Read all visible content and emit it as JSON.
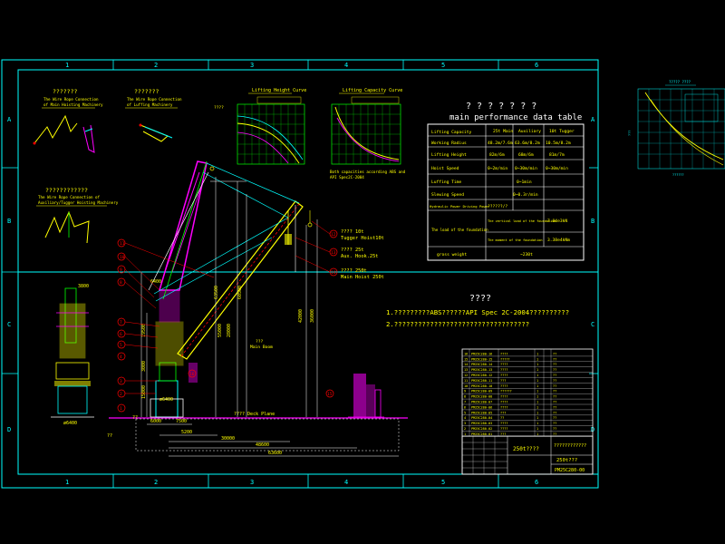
{
  "colors": {
    "background": "#000000",
    "frame": "#00ffff",
    "text_yellow": "#ffff00",
    "text_cyan": "#00ffff",
    "magenta": "#ff00ff",
    "green": "#00ff00",
    "red": "#ff0000",
    "white": "#ffffff"
  },
  "grid": {
    "columns": [
      "1",
      "2",
      "3",
      "4",
      "5",
      "6"
    ],
    "rows": [
      "A",
      "B",
      "C",
      "D"
    ]
  },
  "sketches": {
    "main_hoist_wire": [
      "???????",
      "The Wire Rope Connection",
      "of Main Hoisting Machinery"
    ],
    "luffing_wire": [
      "???????",
      "The Wire Rope Connection",
      "of Luffing Machinery"
    ],
    "aux_wire": [
      "????????????",
      "The Wire Rope Connection of",
      "Auxiliary/Tugger Hoisting Machinery"
    ]
  },
  "curves": {
    "height_title": "Lifting Height Curve",
    "capacity_title": "Lifting Capacity Curve",
    "height_unit": "????",
    "capacity_note": [
      "Both capacities according ABS and",
      "API Spec2C-2004"
    ]
  },
  "perf_table": {
    "title_cn": "? ? ? ? ? ? ?",
    "title_en": "main performance data table",
    "headers": [
      "",
      "25t Main",
      "Auxiliary",
      "10t Tugger"
    ],
    "rows": [
      [
        "Lifting Capacity",
        "",
        "",
        ""
      ],
      [
        "Working Radius",
        "48.2m/7.6m",
        "63.6m/8.2m",
        "10.5m/8.2m"
      ],
      [
        "Lifting Height",
        "82m/6m",
        "68m/6m",
        "81m/7m"
      ],
      [
        "Hoist Speed",
        "0~2m/min",
        "0~30m/min",
        "0~30m/min"
      ],
      [
        "Luffing Time",
        "0~1min",
        "",
        ""
      ],
      [
        "Slewing Speed",
        "0~0.3r/min",
        "",
        ""
      ],
      [
        "Hydraulic Power Driving Power",
        "??????/?",
        "",
        ""
      ],
      [
        "The load of the foundation",
        "The vertical load of the foundation",
        "",
        "7.04e3kN"
      ],
      [
        "",
        "The moment of the foundation",
        "",
        "3.38e4kNm"
      ],
      [
        "gross weight",
        "~230t",
        "",
        ""
      ]
    ]
  },
  "notes": {
    "heading": "????",
    "lines": [
      "1.?????????ABS??????API Spec 2C-2004??????????",
      "2.??????????????????????????????????"
    ]
  },
  "main_labels": {
    "hook_10": [
      "????  10t",
      "Tugger Hoist10t"
    ],
    "hook_25": [
      "????  25t",
      "Aux. Hook.25t"
    ],
    "hook_250": [
      "????  250t",
      "Main Hoist 250t"
    ],
    "boom": [
      "???",
      "Main Boom"
    ],
    "deck": "???? Deck Plane",
    "callouts": [
      "1",
      "2",
      "3",
      "4",
      "5",
      "6",
      "7",
      "8",
      "9",
      "10",
      "11",
      "12",
      "13",
      "14",
      "15",
      "16"
    ]
  },
  "dims": {
    "left_view_top": "3800",
    "left_view_base": "ø6400",
    "main_vertical": [
      "63500",
      "42000",
      "55000",
      "60500",
      "36000",
      "28000",
      "19500",
      "15000",
      "5900",
      "3000"
    ],
    "horizontal": [
      "6000",
      "7500",
      "5200",
      "30000",
      "48600",
      "63600"
    ],
    "top_label": "6400",
    "base_label": "ø6400",
    "qq": "??"
  },
  "parts_list": {
    "rows": [
      [
        "16",
        "PM25C280-16",
        "????",
        "1",
        "??"
      ],
      [
        "15",
        "PM25C280-15",
        "?????",
        "1",
        "??"
      ],
      [
        "14",
        "PM25C280-14",
        "????",
        "1",
        "??"
      ],
      [
        "13",
        "PM25C280-13",
        "????",
        "1",
        "??"
      ],
      [
        "12",
        "PM25C280-12",
        "????",
        "1",
        "??"
      ],
      [
        "11",
        "PM25C280-11",
        "???",
        "1",
        "??"
      ],
      [
        "10",
        "PM25C280-10",
        "????",
        "1",
        "??"
      ],
      [
        "9",
        "PM25C280-09",
        "??????",
        "1",
        "??"
      ],
      [
        "8",
        "PM25C280-08",
        "????",
        "1",
        "??"
      ],
      [
        "7",
        "PM25C280-07",
        "????",
        "1",
        "??"
      ],
      [
        "6",
        "PM25C280-06",
        "????",
        "1",
        "??"
      ],
      [
        "5",
        "PM25C280-05",
        "???",
        "1",
        "??"
      ],
      [
        "4",
        "PM25C280-04",
        "??",
        "1",
        "??"
      ],
      [
        "3",
        "PM25C280-03",
        "????",
        "1",
        "??"
      ],
      [
        "2",
        "PM25C280-02",
        "????",
        "1",
        "??"
      ],
      [
        "1",
        "PM25C280-01",
        "???",
        "1",
        "??"
      ]
    ]
  },
  "title_block": {
    "name": "250t????",
    "company": "????????????",
    "subtitle": "250t???",
    "code": "PM25C280-00"
  },
  "thumb": {
    "title": "????? ????",
    "xlabel": "??????",
    "ylabel": "???"
  }
}
